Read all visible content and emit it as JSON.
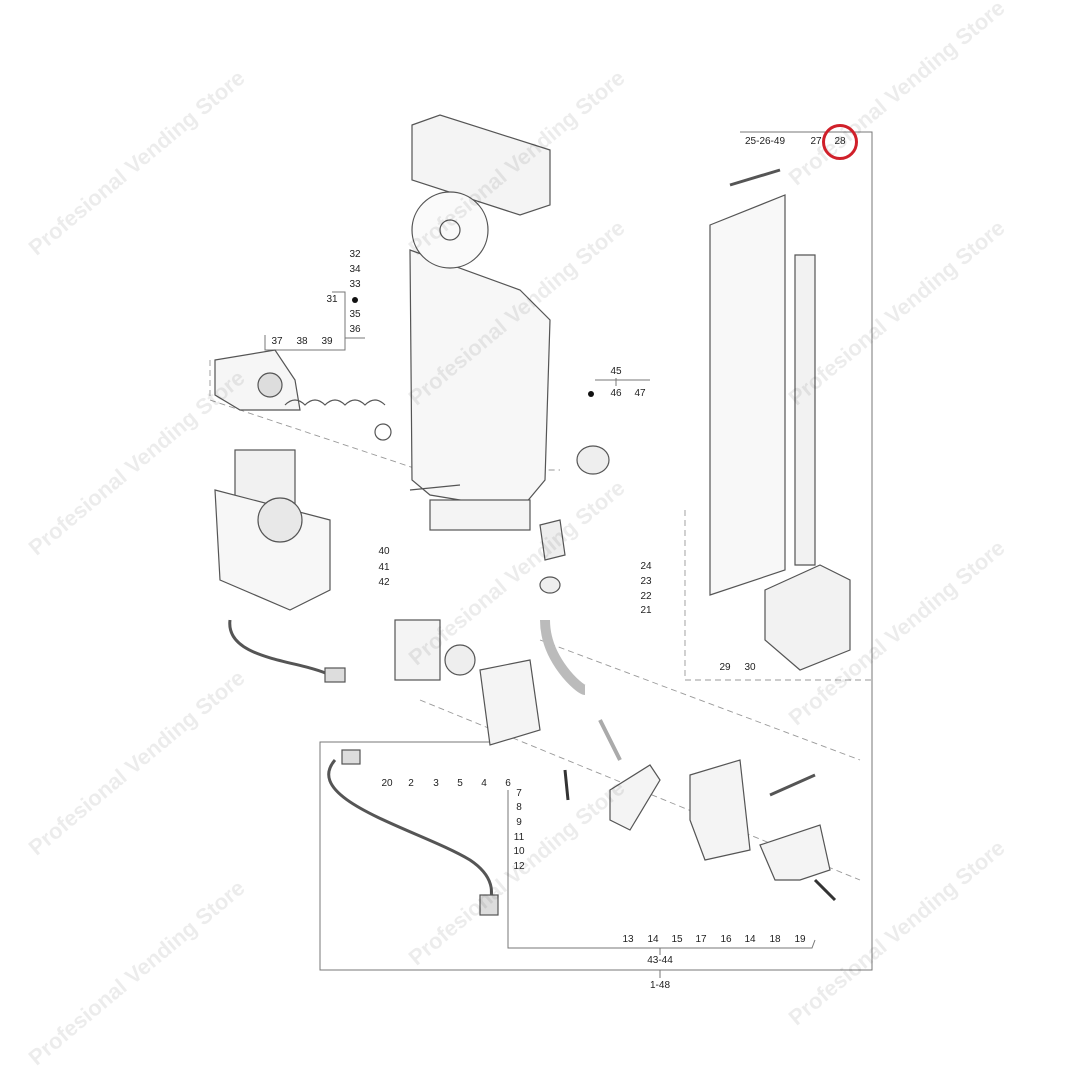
{
  "watermark": "Profesional Vending Store",
  "highlight": {
    "label": "28",
    "color": "#d0202a"
  },
  "labels": {
    "l25_26_49": "25-26-49",
    "l27": "27",
    "l28": "28",
    "l32": "32",
    "l34": "34",
    "l33": "33",
    "l31": "31",
    "l35": "35",
    "l36": "36",
    "l37": "37",
    "l38": "38",
    "l39": "39",
    "l45": "45",
    "l46": "46",
    "l47": "47",
    "l40": "40",
    "l41": "41",
    "l42": "42",
    "l24": "24",
    "l23": "23",
    "l22": "22",
    "l21": "21",
    "l29": "29",
    "l30": "30",
    "l20": "20",
    "l2": "2",
    "l3": "3",
    "l5": "5",
    "l4": "4",
    "l6": "6",
    "l7": "7",
    "l8": "8",
    "l9": "9",
    "l11": "11",
    "l10": "10",
    "l12": "12",
    "l13": "13",
    "l14a": "14",
    "l15": "15",
    "l17": "17",
    "l16": "16",
    "l14b": "14",
    "l18": "18",
    "l19": "19",
    "l43_44": "43-44",
    "l1_48": "1-48"
  }
}
